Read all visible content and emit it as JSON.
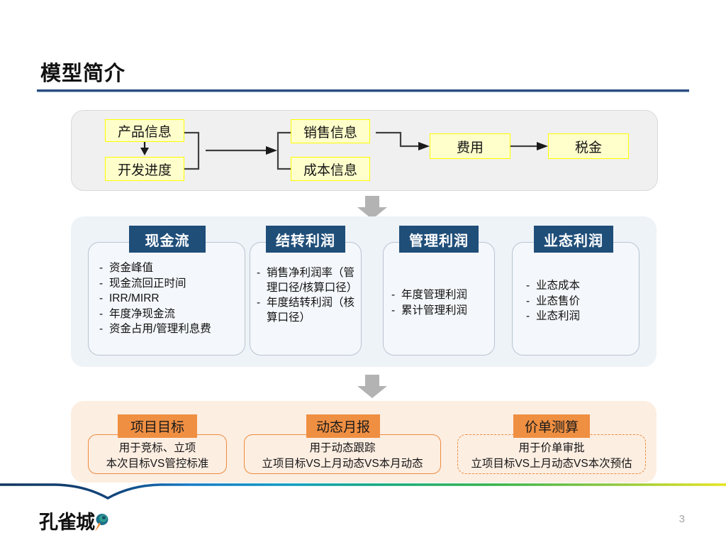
{
  "slide": {
    "title": "模型简介",
    "page_number": "3",
    "logo_text": "孔雀城",
    "accent_navy": "#1f4e79",
    "accent_orange": "#ef8f42",
    "accent_yellow": "#ffffcc",
    "rule_color": "#2b4f81"
  },
  "input_row": {
    "boxes": [
      {
        "id": "product-info",
        "label": "产品信息"
      },
      {
        "id": "development-progress",
        "label": "开发进度"
      },
      {
        "id": "sales-info",
        "label": "销售信息"
      },
      {
        "id": "cost-info",
        "label": "成本信息"
      },
      {
        "id": "expense",
        "label": "费用"
      },
      {
        "id": "tax",
        "label": "税金"
      }
    ]
  },
  "outputs": {
    "cards": [
      {
        "id": "cash-flow",
        "title": "现金流",
        "items": [
          "资金峰值",
          "现金流回正时间",
          "IRR/MIRR",
          "年度净现金流",
          "资金占用/管理利息费"
        ]
      },
      {
        "id": "carryover-profit",
        "title": "结转利润",
        "items": [
          "销售净利润率（管理口径/核算口径）",
          "年度结转利润（核算口径）"
        ]
      },
      {
        "id": "management-profit",
        "title": "管理利润",
        "items": [
          "年度管理利润",
          "累计管理利润"
        ]
      },
      {
        "id": "format-profit",
        "title": "业态利润",
        "items": [
          "业态成本",
          "业态售价",
          "业态利润"
        ]
      }
    ]
  },
  "applications": {
    "cards": [
      {
        "id": "project-target",
        "title": "项目目标",
        "line1": "用于竞标、立项",
        "line2": "本次目标VS管控标准",
        "border": "solid"
      },
      {
        "id": "dynamic-monthly-report",
        "title": "动态月报",
        "line1": "用于动态跟踪",
        "line2": "立项目标VS上月动态VS本月动态",
        "border": "solid"
      },
      {
        "id": "price-list-calculation",
        "title": "价单测算",
        "line1": "用于价单审批",
        "line2": "立项目标VS上月动态VS本次预估",
        "border": "dashed"
      }
    ]
  },
  "icons": {
    "down_arrow_1": "down-arrow-icon",
    "down_arrow_2": "down-arrow-icon",
    "inner_down_arrow": "small-down-arrow-icon",
    "logo_mark": "peacock-feather-icon"
  }
}
